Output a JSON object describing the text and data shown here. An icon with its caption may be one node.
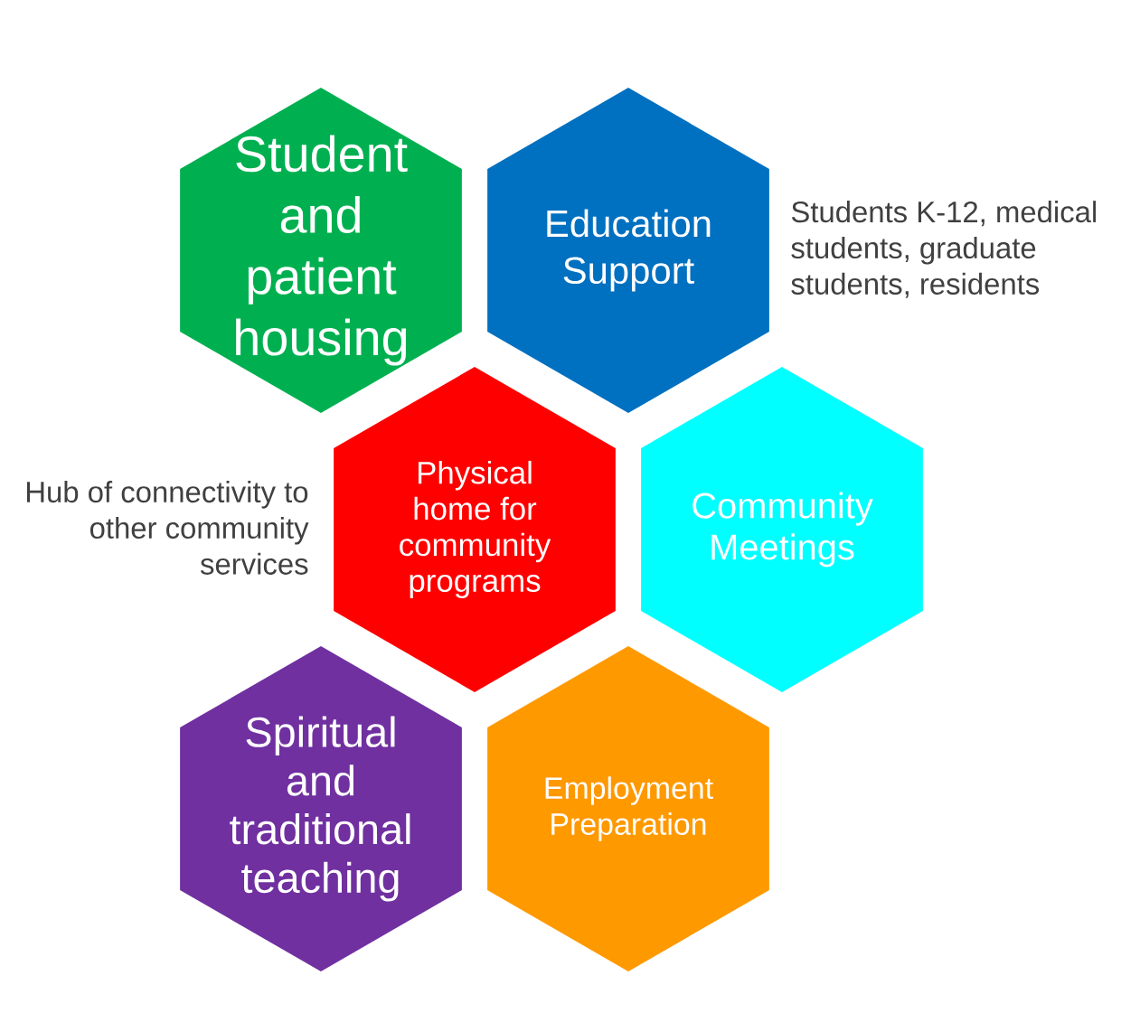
{
  "diagram": {
    "nodes": [
      {
        "text": [
          "Student and patient housing"
        ]
      },
      {
        "text": [
          "Education Support"
        ],
        "beside": [
          "Students K-12, medical students, graduate students, residents"
        ]
      },
      {
        "text": [
          "Physical home for community programs"
        ],
        "beside": [
          "Hub of connectivity to other community services"
        ]
      },
      {
        "text": [
          "Community Meetings"
        ]
      },
      {
        "text": [
          "Spiritual and traditional teaching"
        ]
      },
      {
        "text": [
          "Employment Preparation"
        ]
      }
    ]
  }
}
